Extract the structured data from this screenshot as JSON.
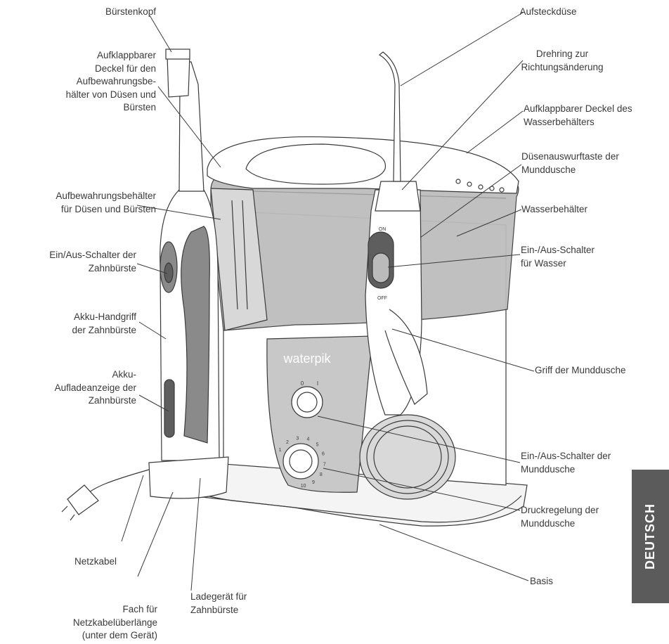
{
  "labels": {
    "brush_head": [
      "Bürstenkopf"
    ],
    "storage_lid": [
      "Aufklappbarer",
      "Deckel für den",
      "Aufbewahrungsbe-",
      "hälter von Düsen und",
      "Bürsten"
    ],
    "storage_case": [
      "Aufbewahrungsbehälter",
      "für Düsen und Bürsten"
    ],
    "brush_switch": [
      "Ein/Aus-Schalter der",
      "Zahnbürste"
    ],
    "brush_handle": [
      "Akku-Handgriff",
      "der Zahnbürste"
    ],
    "charge_indicator": [
      "Akku-",
      "Aufladeanzeige der",
      "Zahnbürste"
    ],
    "power_cord": [
      "Netzkabel"
    ],
    "cord_storage": [
      "Fach für",
      "Netzkabelüberlänge",
      "(unter dem Gerät)"
    ],
    "brush_charger": [
      "Ladegerät für",
      "Zahnbürste"
    ],
    "tip": [
      "Aufsteckdüse"
    ],
    "rotation_ring": [
      "Drehring zur",
      "Richtungsänderung"
    ],
    "reservoir_lid": [
      "Aufklappbarer Deckel des",
      "Wasserbehälters"
    ],
    "eject_button": [
      "Düsenauswurftaste der",
      "Munddusche"
    ],
    "reservoir": [
      "Wasserbehälter"
    ],
    "water_switch": [
      "Ein-/Aus-Schalter",
      "für Wasser"
    ],
    "flosser_handle": [
      "Griff der Munddusche"
    ],
    "flosser_switch": [
      "Ein-/Aus-Schalter der",
      "Munddusche"
    ],
    "pressure_control": [
      "Druckregelung der",
      "Munddusche"
    ],
    "base": [
      "Basis"
    ]
  },
  "device": {
    "brand": "waterpik",
    "handle_on": "ON",
    "handle_off": "OFF",
    "power_dial_marks": [
      "0",
      "I"
    ],
    "pressure_dial_marks": [
      "1",
      "2",
      "3",
      "4",
      "5",
      "6",
      "7",
      "8",
      "9",
      "10"
    ]
  },
  "side_tab": "DEUTSCH",
  "colors": {
    "line": "#3a3a3a",
    "reservoir_fill": "#bdbdbd",
    "panel_fill": "#c8c8c8",
    "grip_dark": "#8a8a8a",
    "tab_bg": "#5b5b5b"
  }
}
